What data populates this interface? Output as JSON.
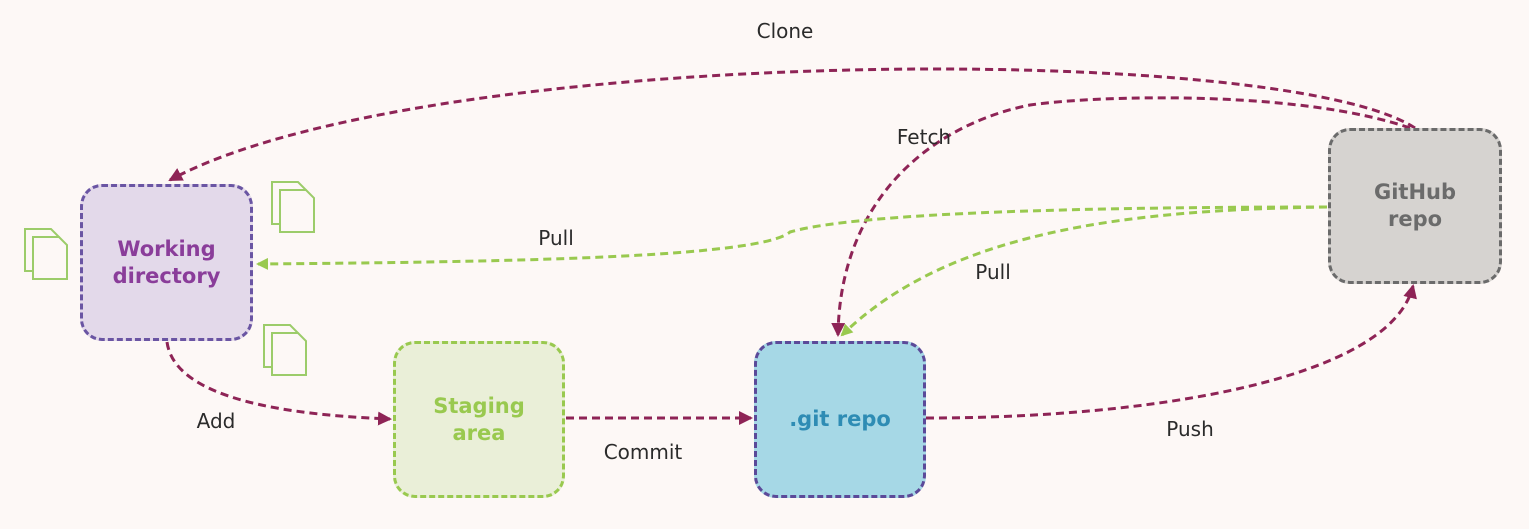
{
  "nodes": {
    "working_directory": {
      "label": "Working\ndirectory",
      "fill": "#e3d9ea",
      "border": "#6a55a3",
      "text": "#8a3d9a"
    },
    "staging_area": {
      "label": "Staging\narea",
      "fill": "#eaefd8",
      "border": "#99c94f",
      "text": "#99c94f"
    },
    "git_repo": {
      "label": ".git repo",
      "fill": "#a6d8e6",
      "border": "#5b4a99",
      "text": "#2e8cb4"
    },
    "github_repo": {
      "label": "GitHub\nrepo",
      "fill": "#d6d3d0",
      "border": "#6b6b6b",
      "text": "#6b6b6b"
    }
  },
  "edges": {
    "clone": "Clone",
    "fetch": "Fetch",
    "pull_working": "Pull",
    "pull_git": "Pull",
    "add": "Add",
    "commit": "Commit",
    "push": "Push"
  },
  "colors": {
    "arrow_magenta": "#8e2456",
    "arrow_green": "#99c94f",
    "doc_icon": "#9ccc6a",
    "background": "#fdf8f6"
  },
  "icons": [
    "document-stack-icon",
    "document-stack-icon",
    "document-stack-icon"
  ]
}
